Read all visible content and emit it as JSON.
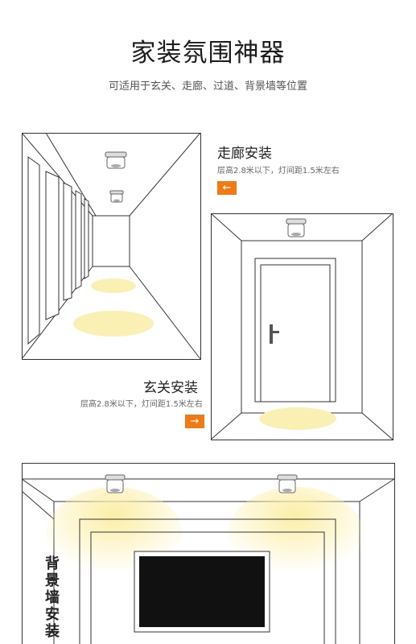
{
  "header": {
    "title": "家装氛围神器",
    "subtitle": "可适用于玄关、走廊、过道、背景墙等位置"
  },
  "corridor": {
    "title": "走廊安装",
    "desc": "层高2.8米以下，灯间距1.5米左右",
    "arrow_icon": "left-arrow-icon",
    "arrow_glyph": "←"
  },
  "entrance": {
    "title": "玄关安装",
    "desc": "层高2.8米以下，灯间距1.5米左右",
    "arrow_icon": "right-arrow-icon",
    "arrow_glyph": "→"
  },
  "background_wall": {
    "title": "背景墙安装"
  },
  "colors": {
    "accent": "#f07b14",
    "light_glow": "#fbf0b4",
    "line": "#333333",
    "tv": "#111111"
  }
}
